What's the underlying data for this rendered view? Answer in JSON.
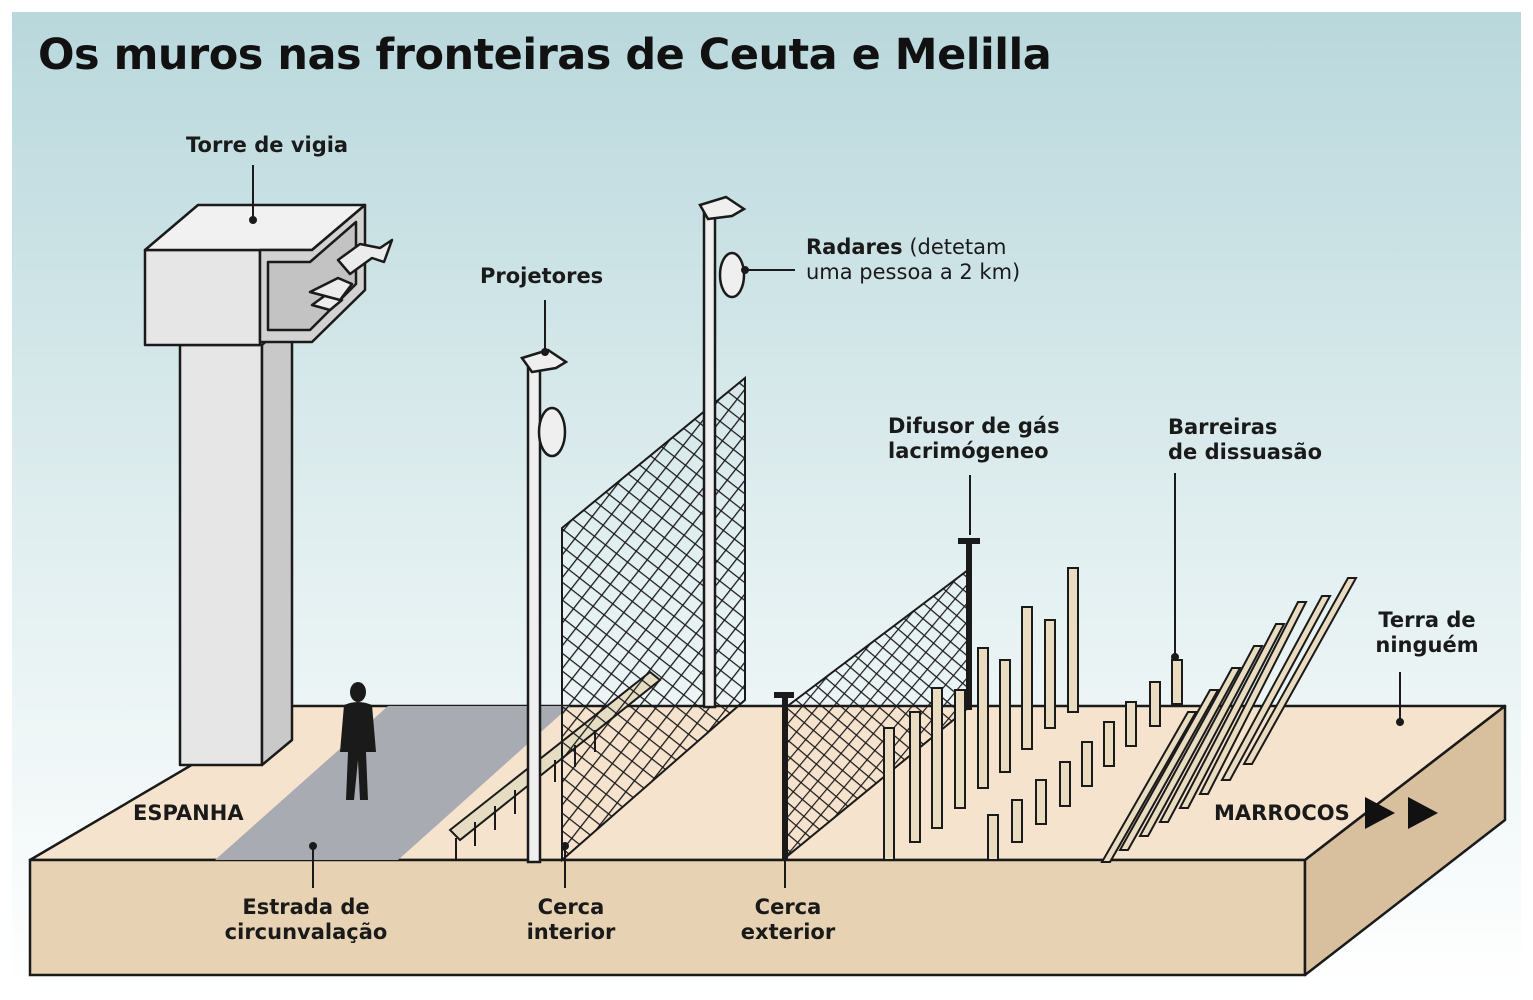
{
  "title": "Os muros nas fronteiras de Ceuta e Melilla",
  "labels": {
    "torre": "Torre de vigia",
    "projetores": "Projetores",
    "radares_bold": "Radares",
    "radares_rest_1": " (detetam",
    "radares_rest_2": "uma pessoa a 2 km)",
    "difusor_1": "Difusor de gás",
    "difusor_2": "lacrimógeneo",
    "barreiras_1": "Barreiras",
    "barreiras_2": "de dissuasão",
    "terra_1": "Terra de",
    "terra_2": "ninguém",
    "espanha": "ESPANHA",
    "marrocos": "MARROCOS",
    "estrada_1": "Estrada de",
    "estrada_2": "circunvalação",
    "cerca_interior_1": "Cerca",
    "cerca_interior_2": "interior",
    "cerca_exterior_1": "Cerca",
    "cerca_exterior_2": "exterior"
  },
  "colors": {
    "sky_top": "#bcd9dc",
    "sky_bottom": "#ffffff",
    "ground_top": "#f6e3cd",
    "ground_front": "#e8d2b4",
    "road": "#a9abb3",
    "tower": "#e3e3e3",
    "outline": "#1a1a1a"
  }
}
